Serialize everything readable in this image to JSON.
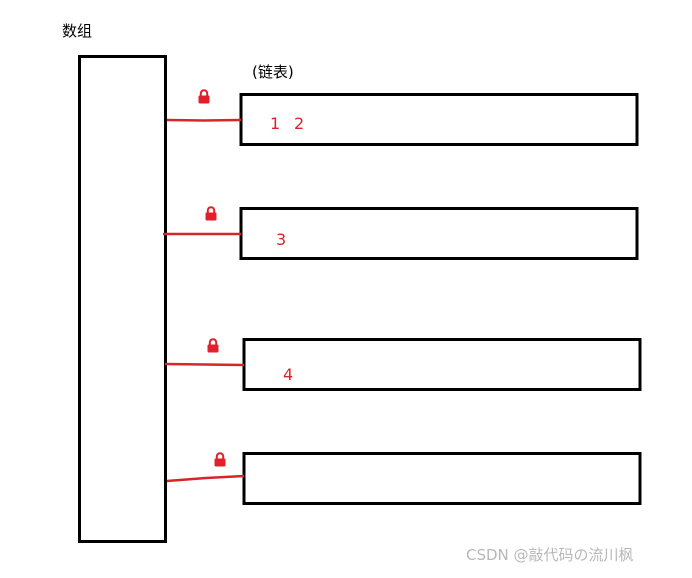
{
  "array_label": "数组",
  "list_label": "(链表)",
  "slots": [
    {
      "numbers": [
        "1",
        "2"
      ],
      "locked": true
    },
    {
      "numbers": [
        "3"
      ],
      "locked": true
    },
    {
      "numbers": [
        "4"
      ],
      "locked": true
    },
    {
      "numbers": [],
      "locked": true
    }
  ],
  "colors": {
    "line": "#d8252b",
    "lock": "#e0202a",
    "stroke": "#000000",
    "numbers": "#d8252b",
    "watermark": "#b8b8b8"
  },
  "watermark": "CSDN @敲代码の流川枫"
}
